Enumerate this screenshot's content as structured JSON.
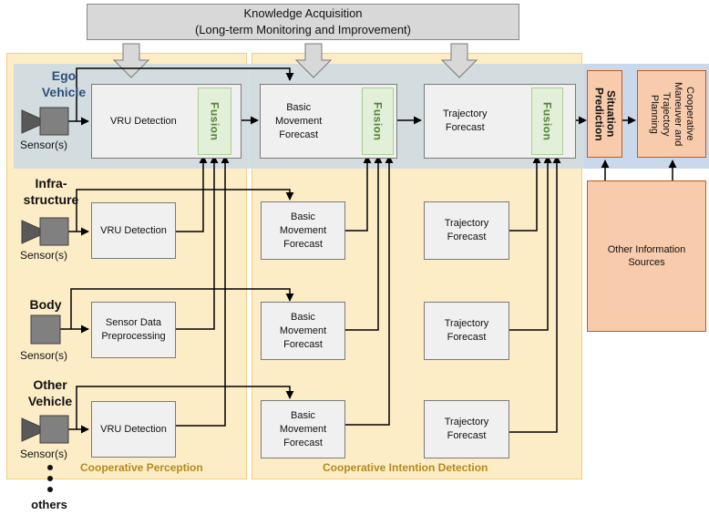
{
  "knowledge": {
    "title": "Knowledge Acquisition",
    "subtitle": "(Long-term Monitoring and Improvement)"
  },
  "sources": {
    "ego": "Ego\nVehicle",
    "infra": "Infra-\nstructure",
    "body": "Body",
    "other": "Other\nVehicle",
    "others": "others",
    "sensor_label": "Sensor(s)"
  },
  "boxes": {
    "vru_detection": "VRU Detection",
    "sensor_data_preprocessing": "Sensor Data\nPreprocessing",
    "basic_movement_forecast": "Basic\nMovement\nForecast",
    "trajectory_forecast": "Trajectory\nForecast",
    "fusion": "Fusion",
    "situation_prediction": "Situation\nPrediction",
    "cooperative_planning": "Cooperative\nManeuver and\nTrajectory\nPlanning",
    "other_information_sources": "Other Information\nSources"
  },
  "regions": {
    "cooperative_perception": "Cooperative Perception",
    "cooperative_intention_detection": "Cooperative Intention Detection"
  },
  "colors": {
    "region_fill": "#fdedc7",
    "ego_band": "#cfdbe2",
    "fusion_fill": "#e2efd9",
    "fusion_text": "#538135",
    "orange_fill": "#f8cbad",
    "orange_border": "#c55a11",
    "ego_label": "#2e4f7a",
    "region_label": "#b48a1e"
  }
}
